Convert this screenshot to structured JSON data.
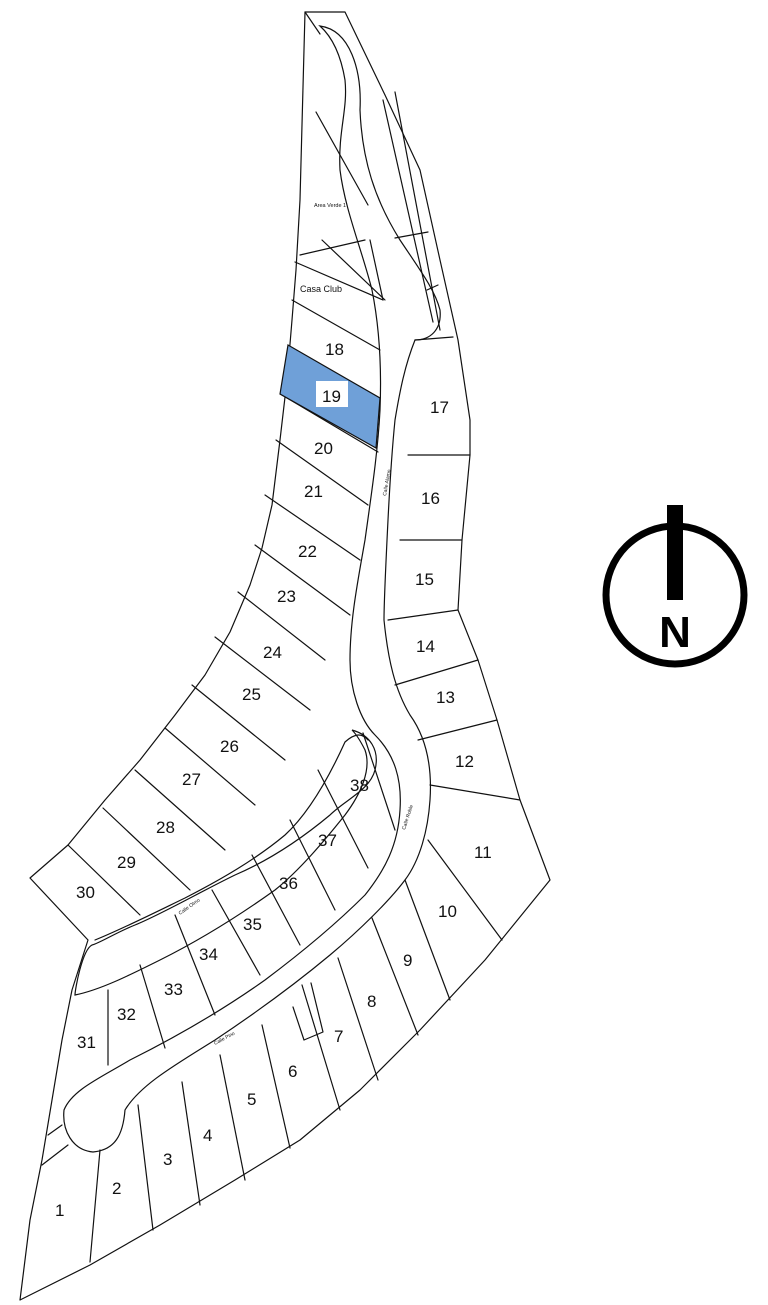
{
  "map": {
    "highlight_color": "#6fa0d8",
    "highlighted_lot": "19",
    "lots": [
      "1",
      "2",
      "3",
      "4",
      "5",
      "6",
      "7",
      "8",
      "9",
      "10",
      "11",
      "12",
      "13",
      "14",
      "15",
      "16",
      "17",
      "18",
      "19",
      "20",
      "21",
      "22",
      "23",
      "24",
      "25",
      "26",
      "27",
      "28",
      "29",
      "30",
      "31",
      "32",
      "33",
      "34",
      "35",
      "36",
      "37",
      "38"
    ],
    "areas": {
      "casa_club": "Casa Club",
      "area_verde": "Area Verde 1"
    },
    "streets": {
      "calle_alamo": "Calle Alamo",
      "calle_roble": "Calle Roble",
      "calle_olmo": "Calle Olmo",
      "calle_pino": "Calle Pino"
    },
    "compass": {
      "icon": "north-arrow-icon",
      "letter": "N"
    }
  }
}
